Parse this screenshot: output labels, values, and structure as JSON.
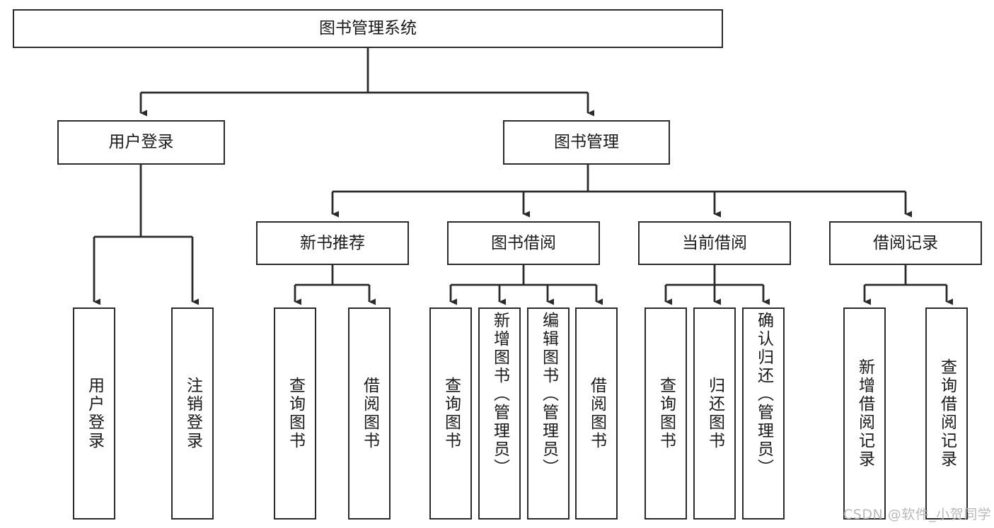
{
  "diagram": {
    "type": "tree-hierarchy",
    "title": "图书管理系统",
    "root": {
      "id": "root",
      "label": "图书管理系统"
    },
    "level2": [
      {
        "id": "user-login",
        "label": "用户登录"
      },
      {
        "id": "book-manage",
        "label": "图书管理"
      }
    ],
    "level3": [
      {
        "id": "new-book-recommend",
        "label": "新书推荐",
        "parent": "book-manage"
      },
      {
        "id": "book-borrow",
        "label": "图书借阅",
        "parent": "book-manage"
      },
      {
        "id": "current-borrow",
        "label": "当前借阅",
        "parent": "book-manage"
      },
      {
        "id": "borrow-record",
        "label": "借阅记录",
        "parent": "book-manage"
      }
    ],
    "leaves": [
      {
        "id": "leaf-user-login",
        "label": "用户登录",
        "parent": "user-login"
      },
      {
        "id": "leaf-user-logout",
        "label": "注销登录",
        "parent": "user-login"
      },
      {
        "id": "leaf-query-book-1",
        "label": "查询图书",
        "parent": "new-book-recommend"
      },
      {
        "id": "leaf-borrow-book-1",
        "label": "借阅图书",
        "parent": "new-book-recommend"
      },
      {
        "id": "leaf-query-book-2",
        "label": "查询图书",
        "parent": "book-borrow"
      },
      {
        "id": "leaf-add-book",
        "label": "新增图书（管理员）",
        "parent": "book-borrow"
      },
      {
        "id": "leaf-edit-book",
        "label": "编辑图书（管理员）",
        "parent": "book-borrow"
      },
      {
        "id": "leaf-borrow-book-2",
        "label": "借阅图书",
        "parent": "book-borrow"
      },
      {
        "id": "leaf-query-book-3",
        "label": "查询图书",
        "parent": "current-borrow"
      },
      {
        "id": "leaf-return-book",
        "label": "归还图书",
        "parent": "current-borrow"
      },
      {
        "id": "leaf-confirm-return",
        "label": "确认归还（管理员）",
        "parent": "current-borrow"
      },
      {
        "id": "leaf-add-record",
        "label": "新增借阅记录",
        "parent": "borrow-record"
      },
      {
        "id": "leaf-query-record",
        "label": "查询借阅记录",
        "parent": "borrow-record"
      }
    ],
    "watermark": "CSDN @软件_小贺同学",
    "colors": {
      "stroke": "#2b2b2b",
      "fill": "#ffffff",
      "text": "#1a1a1a",
      "watermark": "#b9b9b9"
    }
  }
}
